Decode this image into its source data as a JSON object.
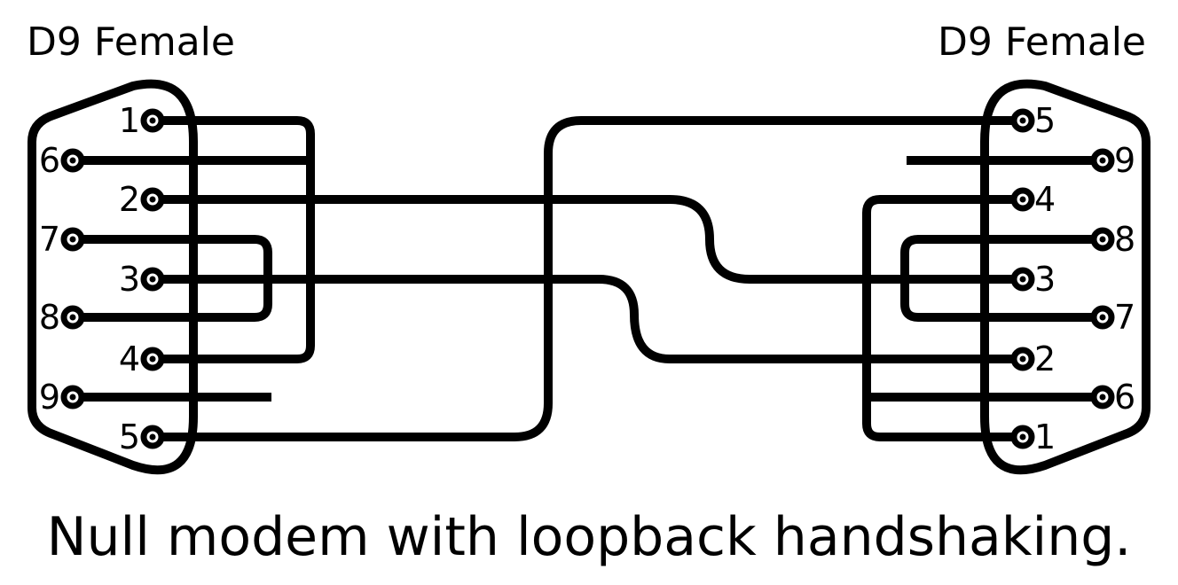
{
  "left_connector": {
    "title": "D9 Female",
    "pins": [
      "1",
      "6",
      "2",
      "7",
      "3",
      "8",
      "4",
      "9",
      "5"
    ]
  },
  "right_connector": {
    "title": "D9 Female",
    "pins": [
      "5",
      "9",
      "4",
      "8",
      "3",
      "7",
      "2",
      "6",
      "1"
    ]
  },
  "caption": "Null modem with loopback handshaking.",
  "colors": {
    "ink": "#000000",
    "background": "#ffffff"
  }
}
